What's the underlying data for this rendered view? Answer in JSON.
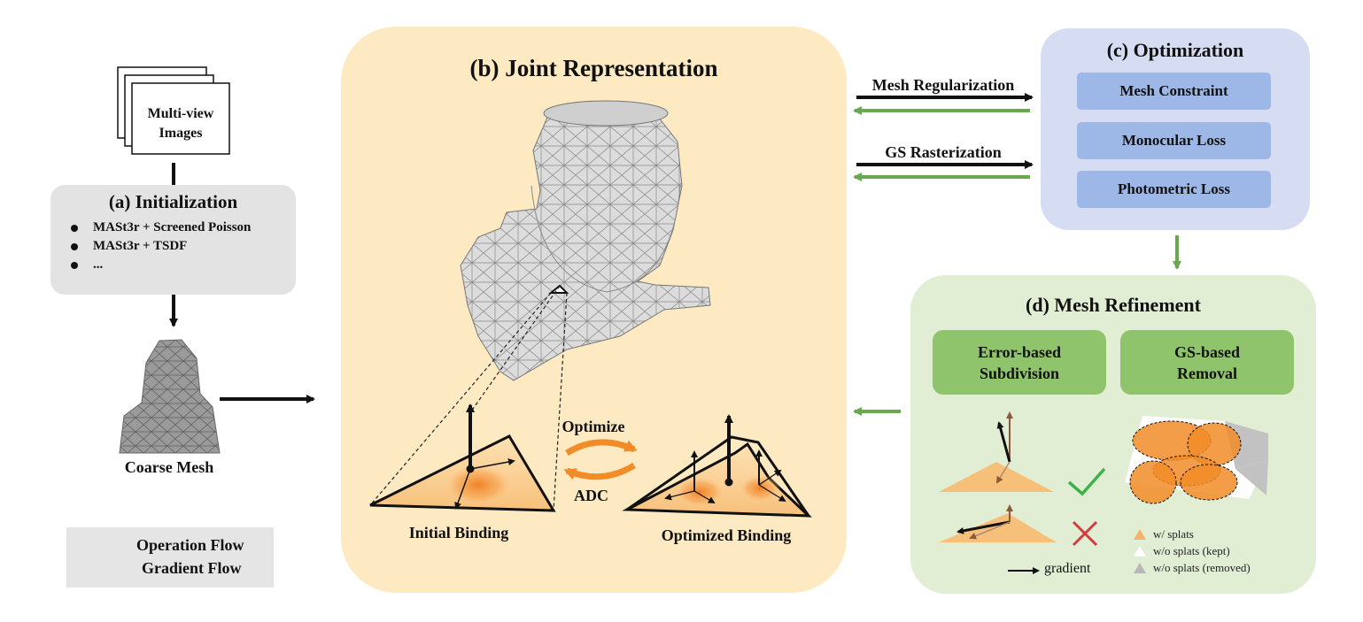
{
  "input": {
    "label": "Multi-view\nImages"
  },
  "initialization": {
    "title": "(a) Initialization",
    "items": [
      "MASt3r + Screened Poisson",
      "MASt3r + TSDF",
      "..."
    ]
  },
  "coarse_mesh": {
    "label": "Coarse Mesh"
  },
  "legend": {
    "operation": "Operation Flow",
    "gradient": "Gradient Flow"
  },
  "joint": {
    "title": "(b) Joint Representation",
    "initial_binding": "Initial Binding",
    "optimized_binding": "Optimized Binding",
    "optimize": "Optimize",
    "adc": "ADC"
  },
  "links": {
    "mesh_regularization": "Mesh Regularization",
    "gs_rasterization": "GS Rasterization"
  },
  "optimization": {
    "title": "(c) Optimization",
    "items": [
      "Mesh Constraint",
      "Monocular Loss",
      "Photometric Loss"
    ]
  },
  "refinement": {
    "title": "(d) Mesh Refinement",
    "subdivision": "Error-based\nSubdivision",
    "removal": "GS-based\nRemoval",
    "gradient": "gradient",
    "legend": [
      "w/   splats",
      "w/o splats (kept)",
      "w/o splats (removed)"
    ]
  },
  "colors": {
    "panel_a": "#e3e3e3",
    "panel_b": "#fdeac2",
    "panel_c": "#d6dcf1",
    "panel_d": "#e1eed4",
    "blue_button": "#9db7e6",
    "green_button": "#8fc46d",
    "gradient_arrow": "#6aa84f",
    "orange": "#f28c28",
    "check": "#3cb34a",
    "cross": "#d63a3a"
  }
}
